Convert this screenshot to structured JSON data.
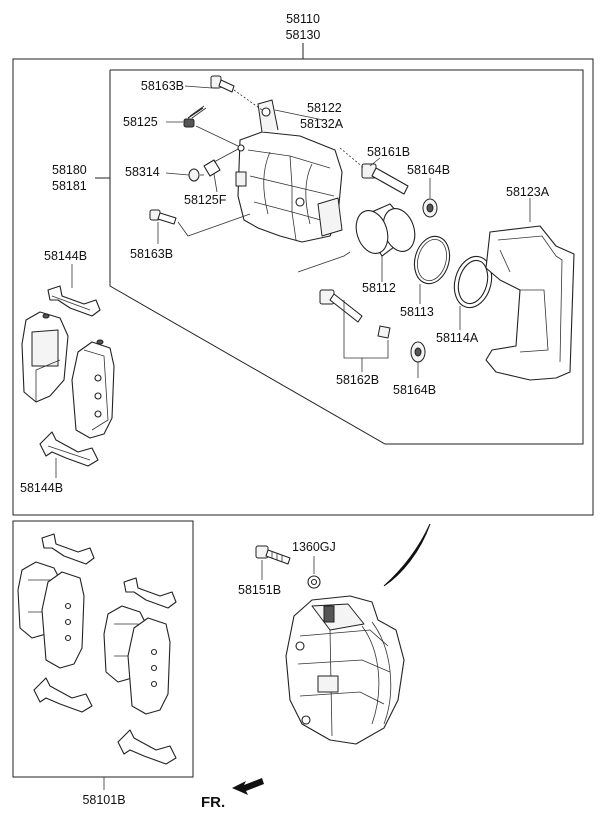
{
  "labels": {
    "assy_a": "58110",
    "assy_b": "58130",
    "bleed_bolt_top": "58163B",
    "bracket_a": "58122",
    "bracket_b": "58132A",
    "bolt_58125": "58125",
    "guide_pin_top": "58161B",
    "boot_top": "58164B",
    "housing_a": "58180",
    "housing_b": "58181",
    "cap_58314": "58314",
    "bleeder_58125f": "58125F",
    "carrier": "58123A",
    "bleed_bolt_low": "58163B",
    "pad_clip_top": "58144B",
    "piston": "58112",
    "seal": "58113",
    "boot_ring": "58114A",
    "guide_pin_low": "58162B",
    "boot_low": "58164B",
    "pad_clip_bottom": "58144B",
    "bolt_58151b": "58151B",
    "washer": "1360GJ",
    "pad_kit": "58101B",
    "front_marker": "FR."
  },
  "colors": {
    "line": "#222222",
    "background": "#ffffff"
  }
}
